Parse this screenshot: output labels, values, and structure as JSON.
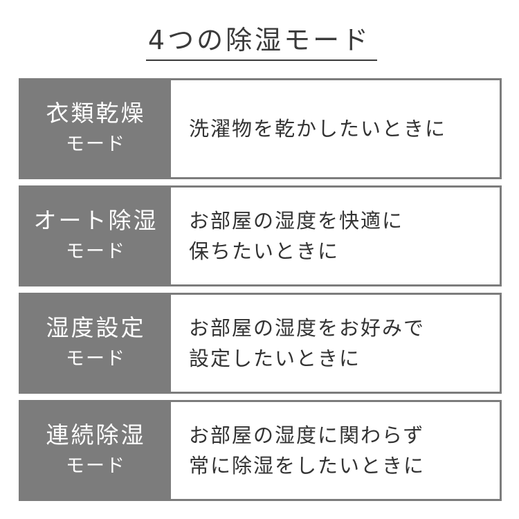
{
  "title": "4つの除湿モード",
  "modes": [
    {
      "name": "衣類乾燥",
      "sub": "モード",
      "desc": [
        "洗濯物を乾かしたいときに",
        ""
      ]
    },
    {
      "name": "オート除湿",
      "sub": "モード",
      "desc": [
        "お部屋の湿度を快適に",
        "保ちたいときに"
      ]
    },
    {
      "name": "湿度設定",
      "sub": "モード",
      "desc": [
        "お部屋の湿度をお好みで",
        "設定したいときに"
      ]
    },
    {
      "name": "連続除湿",
      "sub": "モード",
      "desc": [
        "お部屋の湿度に関わらず",
        "常に除湿をしたいときに"
      ]
    }
  ],
  "colors": {
    "label_bg": "#7c7c7c",
    "text": "#333333"
  }
}
